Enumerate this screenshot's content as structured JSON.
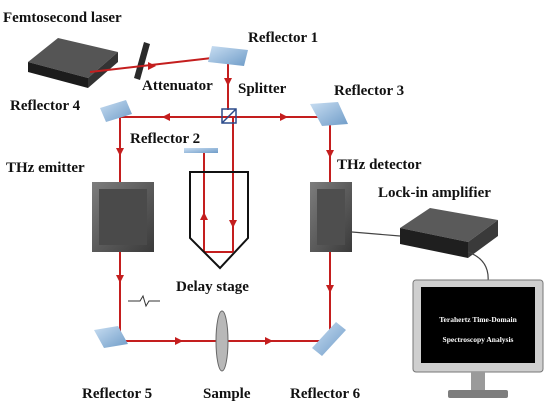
{
  "labels": {
    "femtosecond_laser": "Femtosecond laser",
    "reflector_1": "Reflector 1",
    "attenuator": "Attenuator",
    "splitter": "Splitter",
    "reflector_3": "Reflector 3",
    "reflector_4": "Reflector 4",
    "reflector_2": "Reflector 2",
    "thz_emitter": "THz emitter",
    "thz_detector": "THz detector",
    "lock_in_amplifier": "Lock-in amplifier",
    "delay_stage": "Delay stage",
    "reflector_5": "Reflector 5",
    "sample": "Sample",
    "reflector_6": "Reflector 6"
  },
  "monitor": {
    "line1": "Terahertz Time-Domain",
    "line2": "Spectroscopy Analysis"
  },
  "colors": {
    "beam": "#c41e1e",
    "mirror": "#8fb6dd",
    "device_dark": "#2b2b2b",
    "screen": "#000000"
  }
}
